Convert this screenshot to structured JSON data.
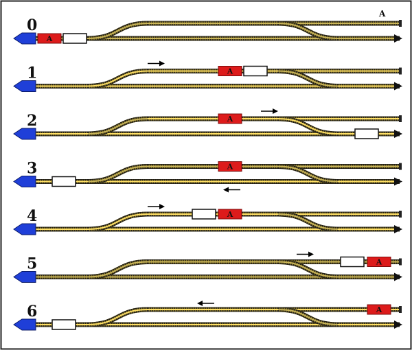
{
  "corner_label": "A",
  "colors": {
    "rail": "#8a7a2a",
    "tie": "#2a2418",
    "highlight": "#ffe066",
    "locomotive": "#dd1b1b",
    "wagon": "#ffffff",
    "buffer": "#1f3fd8",
    "frame": "#222222"
  },
  "steps": [
    {
      "label": "0",
      "loco_label": "A",
      "loco": "mid",
      "wagon": "left-main",
      "arrow": null,
      "highlight": []
    },
    {
      "label": "1",
      "loco_label": "A",
      "loco": "upper-mid",
      "wagon": "upper-right",
      "arrow": "right-upper-left",
      "highlight": [
        "main-left",
        "ramp-left",
        "upper"
      ]
    },
    {
      "label": "2",
      "loco_label": "A",
      "loco": "upper-mid",
      "wagon": "main-right",
      "arrow": "right-upper-right",
      "highlight": [
        "upper-right",
        "ramp-right",
        "main-right"
      ]
    },
    {
      "label": "3",
      "loco_label": "A",
      "loco": "upper-mid",
      "wagon": "main-left",
      "arrow": "left-main",
      "highlight": [
        "main"
      ]
    },
    {
      "label": "4",
      "loco_label": "A",
      "loco": "upper-mid",
      "wagon": "upper-leftish",
      "arrow": "right-upper-left",
      "highlight": [
        "main-left",
        "ramp-left",
        "upper-left"
      ]
    },
    {
      "label": "5",
      "loco_label": "A",
      "loco": "upper-end",
      "wagon": "upper-end-left",
      "arrow": "right-upper-far",
      "highlight": []
    },
    {
      "label": "6",
      "loco_label": "A",
      "loco": "upper-end",
      "wagon": "main-left",
      "arrow": "left-upper",
      "highlight": [
        "main-left",
        "ramp-left",
        "upper"
      ]
    }
  ]
}
